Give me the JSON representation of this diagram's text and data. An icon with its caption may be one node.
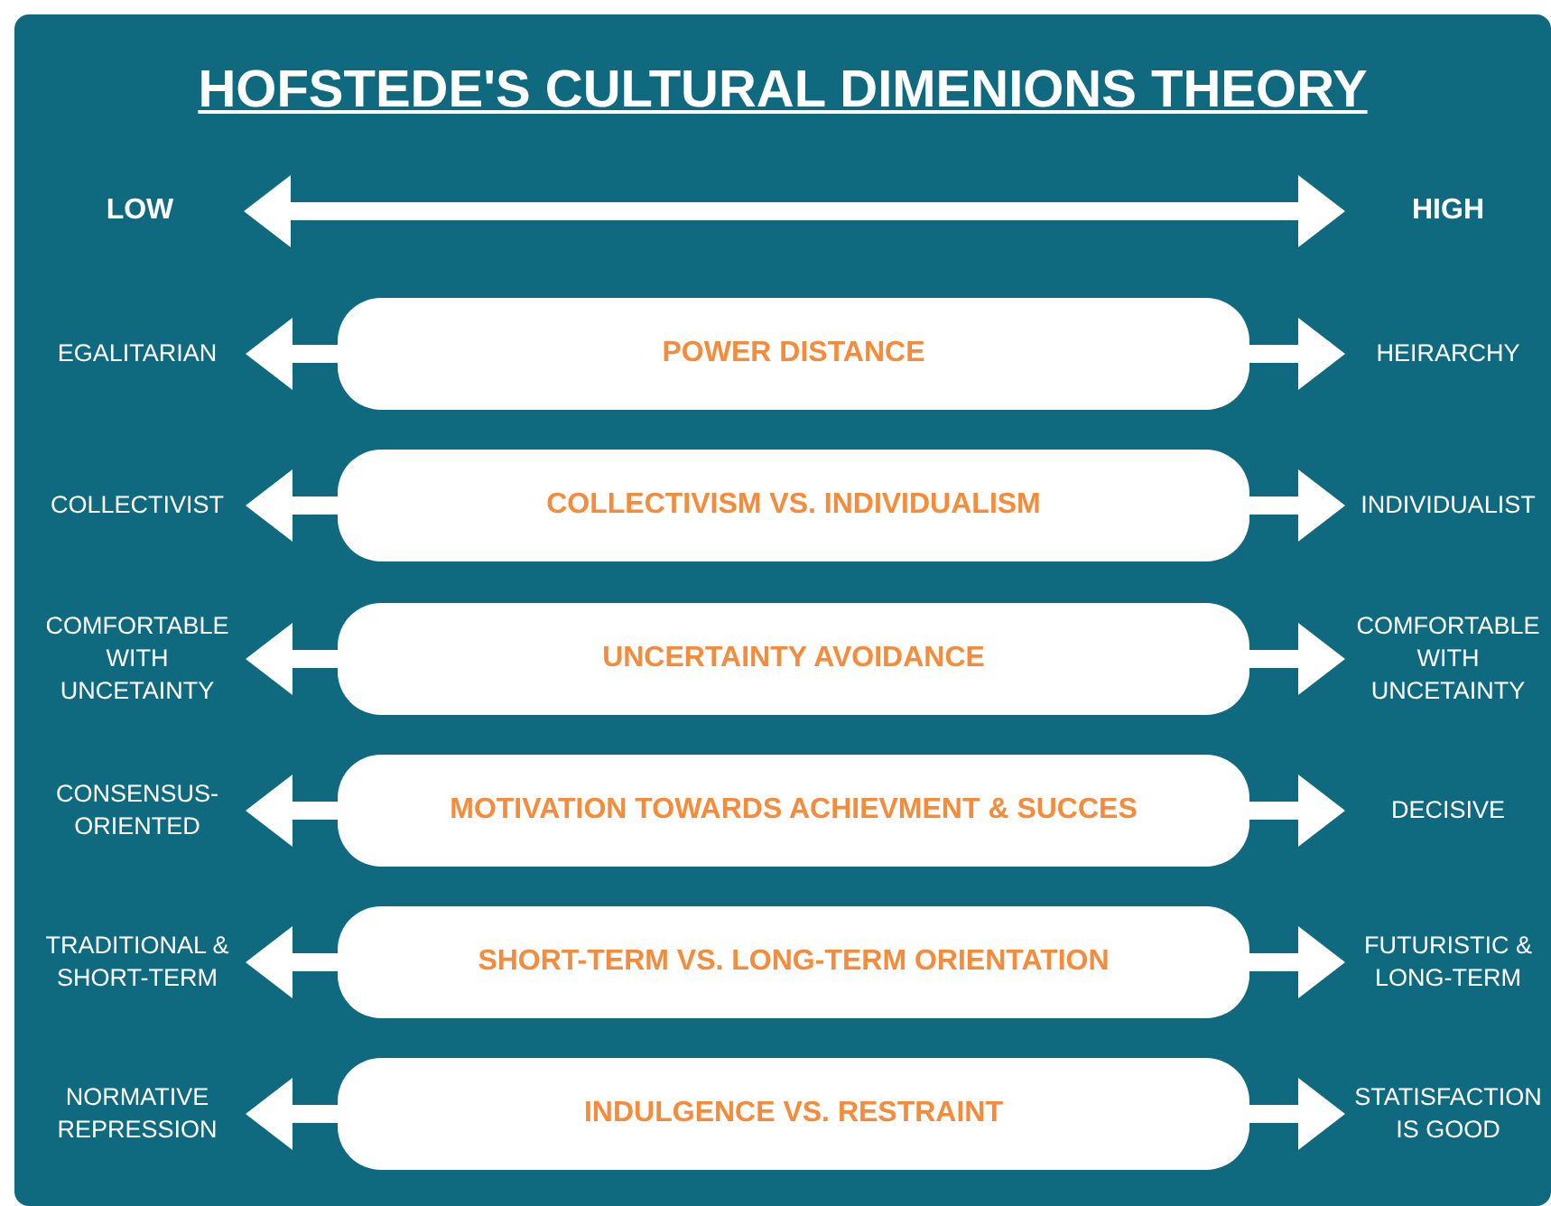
{
  "diagram": {
    "title": "HOFSTEDE'S CULTURAL DIMENIONS THEORY",
    "nodes": [
      {
        "text": [
          "LOW"
        ]
      },
      {
        "text": [
          "HIGH"
        ]
      },
      {
        "text": [
          "EGALITARIAN"
        ]
      },
      {
        "text": [
          "POWER DISTANCE"
        ]
      },
      {
        "text": [
          "HEIRARCHY"
        ]
      },
      {
        "text": [
          "COLLECTIVIST"
        ]
      },
      {
        "text": [
          "COLLECTIVISM VS. INDIVIDUALISM"
        ]
      },
      {
        "text": [
          "INDIVIDUALIST"
        ]
      },
      {
        "text": [
          "COMFORTABLE WITH UNCETAINTY"
        ]
      },
      {
        "text": [
          "UNCERTAINTY AVOIDANCE"
        ]
      },
      {
        "text": [
          "COMFORTABLE WITH UNCETAINTY"
        ]
      },
      {
        "text": [
          "CONSENSUS-ORIENTED"
        ]
      },
      {
        "text": [
          "MOTIVATION TOWARDS ACHIEVMENT & SUCCES"
        ]
      },
      {
        "text": [
          "DECISIVE"
        ]
      },
      {
        "text": [
          "TRADITIONAL & SHORT-TERM"
        ]
      },
      {
        "text": [
          "SHORT-TERM VS. LONG-TERM ORIENTATION"
        ]
      },
      {
        "text": [
          "FUTURISTIC & LONG-TERM"
        ]
      },
      {
        "text": [
          "NORMATIVE REPRESSION"
        ]
      },
      {
        "text": [
          "INDULGENCE VS. RESTRAINT"
        ]
      },
      {
        "text": [
          "STATISFACTION IS GOOD"
        ]
      }
    ],
    "edges": [
      {
        "from": 0,
        "to": 1,
        "arrow": "both"
      },
      {
        "from": 3,
        "to": 2,
        "arrow": "to"
      },
      {
        "from": 3,
        "to": 4,
        "arrow": "to"
      },
      {
        "from": 6,
        "to": 5,
        "arrow": "to"
      },
      {
        "from": 6,
        "to": 7,
        "arrow": "to"
      },
      {
        "from": 9,
        "to": 8,
        "arrow": "to"
      },
      {
        "from": 9,
        "to": 10,
        "arrow": "to"
      },
      {
        "from": 12,
        "to": 11,
        "arrow": "to"
      },
      {
        "from": 12,
        "to": 13,
        "arrow": "to"
      },
      {
        "from": 15,
        "to": 14,
        "arrow": "to"
      },
      {
        "from": 15,
        "to": 16,
        "arrow": "to"
      },
      {
        "from": 18,
        "to": 17,
        "arrow": "to"
      },
      {
        "from": 18,
        "to": 19,
        "arrow": "to"
      }
    ]
  }
}
